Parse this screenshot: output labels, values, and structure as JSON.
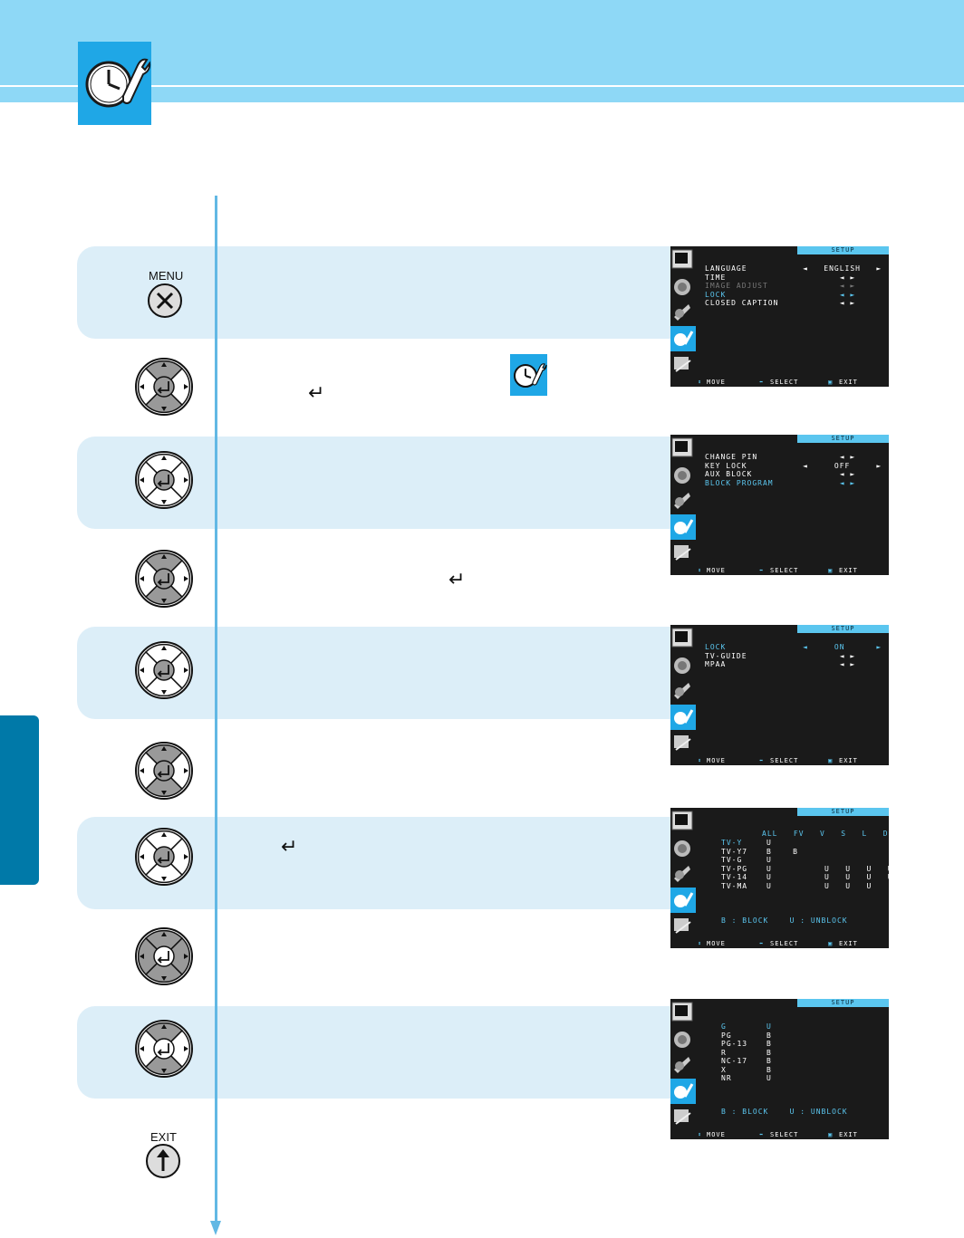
{
  "buttons": {
    "menu_label": "MENU",
    "exit_label": "EXIT"
  },
  "enter_symbol": "↵",
  "screens": [
    {
      "title": "SETUP",
      "rows": [
        {
          "label": "LANGUAGE",
          "value": "◄   ENGLISH   ►",
          "style": "white"
        },
        {
          "label": "TIME",
          "value": "       ◄ ►",
          "style": "white"
        },
        {
          "label": "IMAGE ADJUST",
          "value": "       ◄ ►",
          "style": "gray"
        },
        {
          "label": "LOCK",
          "value": "       ◄ ►",
          "style": "blue"
        },
        {
          "label": "CLOSED CAPTION",
          "value": "       ◄ ►",
          "style": "white"
        }
      ],
      "footer": {
        "move": "MOVE",
        "select": "SELECT",
        "exit": "EXIT"
      }
    },
    {
      "title": "SETUP",
      "rows": [
        {
          "label": "CHANGE PIN",
          "value": "       ◄ ►",
          "style": "white"
        },
        {
          "label": "KEY LOCK",
          "value": "◄     OFF     ►",
          "style": "white"
        },
        {
          "label": "AUX BLOCK",
          "value": "       ◄ ►",
          "style": "white"
        },
        {
          "label": "BLOCK PROGRAM",
          "value": "       ◄ ►",
          "style": "blue"
        }
      ],
      "footer": {
        "move": "MOVE",
        "select": "SELECT",
        "exit": "EXIT"
      }
    },
    {
      "title": "SETUP",
      "rows": [
        {
          "label": "LOCK",
          "value": "◄     ON      ►",
          "style": "blue"
        },
        {
          "label": "TV-GUIDE",
          "value": "       ◄ ►",
          "style": "white"
        },
        {
          "label": "MPAA",
          "value": "       ◄ ►",
          "style": "white"
        }
      ],
      "footer": {
        "move": "MOVE",
        "select": "SELECT",
        "exit": "EXIT"
      }
    },
    {
      "title": "SETUP",
      "header": "ALL   FV   V   S   L   D",
      "rows": [
        {
          "label": "TV-Y",
          "value": "U"
        },
        {
          "label": "TV-Y7",
          "value": "B    B"
        },
        {
          "label": "TV-G",
          "value": "U"
        },
        {
          "label": "TV-PG",
          "value": "U          U   U   U   U"
        },
        {
          "label": "TV-14",
          "value": "U          U   U   U   U"
        },
        {
          "label": "TV-MA",
          "value": "U          U   U   U"
        }
      ],
      "legend": "B : BLOCK    U : UNBLOCK",
      "footer": {
        "move": "MOVE",
        "select": "SELECT",
        "exit": "EXIT"
      }
    },
    {
      "title": "SETUP",
      "rows": [
        {
          "label": "G",
          "value": "U",
          "style": "blue"
        },
        {
          "label": "PG",
          "value": "B",
          "style": "white"
        },
        {
          "label": "PG-13",
          "value": "B",
          "style": "white"
        },
        {
          "label": "R",
          "value": "B",
          "style": "white"
        },
        {
          "label": "NC-17",
          "value": "B",
          "style": "white"
        },
        {
          "label": "X",
          "value": "B",
          "style": "white"
        },
        {
          "label": "NR",
          "value": "U",
          "style": "white"
        }
      ],
      "legend": "B : BLOCK    U : UNBLOCK",
      "footer": {
        "move": "MOVE",
        "select": "SELECT",
        "exit": "EXIT"
      }
    }
  ]
}
